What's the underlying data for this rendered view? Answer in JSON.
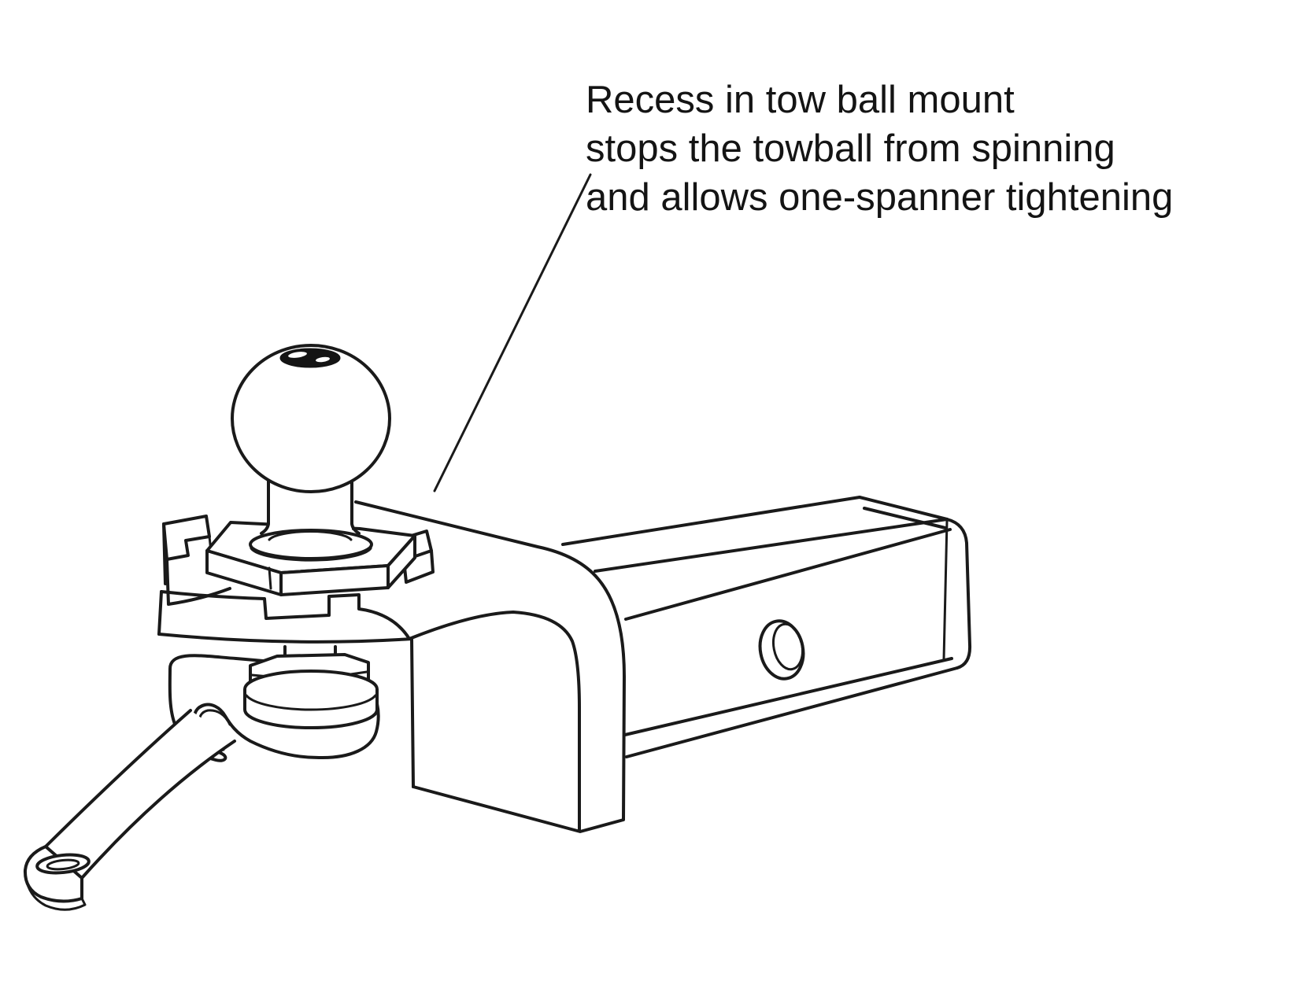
{
  "annotation": {
    "lines": [
      "Recess in tow ball mount",
      "stops the towball from spinning",
      "and allows one-spanner tightening"
    ]
  },
  "figure": {
    "type": "technical-line-drawing",
    "subject": "Tow ball mount with towball seated in anti-spin recess, hitch bar, and open-end spanner tightening the nut from below",
    "parts": [
      "tow-ball",
      "ball-flat-top",
      "ball-neck",
      "collar-washer",
      "hex-flange-in-recess",
      "recess-tab-left",
      "recess-tab-right",
      "ball-mount-plate",
      "mount-shank",
      "hitch-bar",
      "hitch-pin-hole",
      "hex-nut",
      "washer",
      "spanner",
      "spanner-handle",
      "spanner-hanging-hole",
      "leader-line"
    ]
  },
  "colors": {
    "background": "#ffffff",
    "line": "#1a1a1a",
    "ball_top_fill": "#141414",
    "text": "#141414"
  }
}
